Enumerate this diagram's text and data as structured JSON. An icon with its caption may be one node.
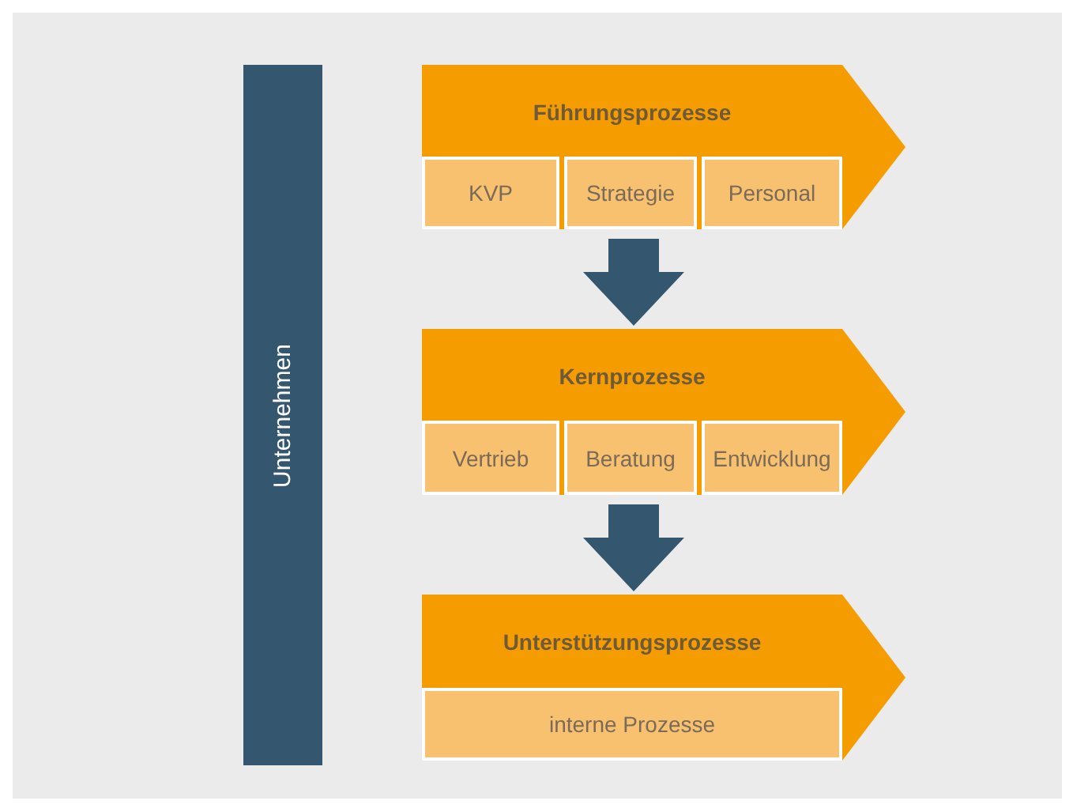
{
  "diagram": {
    "nodes": [
      {
        "text": [
          "Unternehmen"
        ]
      },
      {
        "text": [
          "Führungsprozesse"
        ]
      },
      {
        "text": [
          "KVP"
        ],
        "in": 1
      },
      {
        "text": [
          "Strategie"
        ],
        "in": 1
      },
      {
        "text": [
          "Personal"
        ],
        "in": 1
      },
      {
        "text": [
          "Kernprozesse"
        ]
      },
      {
        "text": [
          "Vertrieb"
        ],
        "in": 5
      },
      {
        "text": [
          "Beratung"
        ],
        "in": 5
      },
      {
        "text": [
          "Entwicklung"
        ],
        "in": 5
      },
      {
        "text": [
          "Unterstützungsprozesse"
        ]
      },
      {
        "text": [
          "interne Prozesse"
        ],
        "in": 9
      }
    ],
    "edges": [
      {
        "from": 1,
        "to": 5,
        "arrow": "to"
      },
      {
        "from": 5,
        "to": 9,
        "arrow": "to"
      }
    ]
  }
}
